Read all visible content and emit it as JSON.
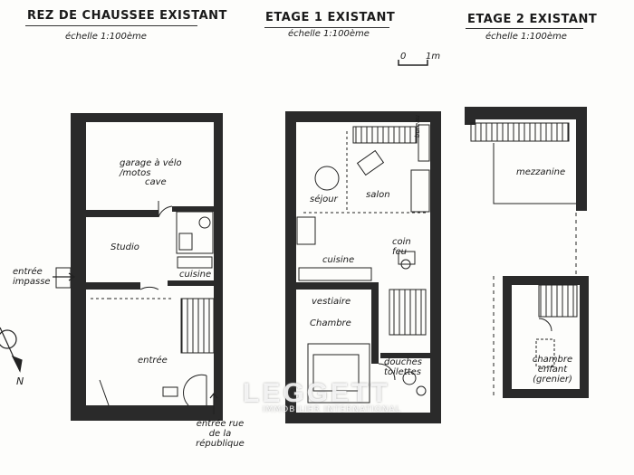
{
  "plans": [
    {
      "title": "REZ DE CHAUSSEE EXISTANT",
      "scale": "échelle 1:100ème"
    },
    {
      "title": "ETAGE 1 EXISTANT",
      "scale": "échelle 1:100ème"
    },
    {
      "title": "ETAGE 2 EXISTANT",
      "scale": "échelle 1:100ème"
    }
  ],
  "scale_bar": {
    "start": "0",
    "end": "1m"
  },
  "ground_floor": {
    "garage": "garage à vélo /motos",
    "cave": "cave",
    "studio": "Studio",
    "cuisine": "cuisine",
    "entree": "entrée",
    "entree_impasse": "entrée impasse",
    "entree_rue": "entrée rue de la république"
  },
  "first_floor": {
    "bureau": "bureau",
    "sejour": "séjour",
    "salon": "salon",
    "coin_feu": "coin feu",
    "cuisine": "cuisine",
    "vestiaire": "vestiaire",
    "chambre": "Chambre",
    "douches": "douches toilettes"
  },
  "second_floor": {
    "mezzanine": "mezzanine",
    "chambre_enfant": "chambre enfant (grenier)"
  },
  "north": "N",
  "watermark": {
    "logo": "LEGGETT",
    "tagline": "IMMOBILIER INTERNATIONAL"
  }
}
